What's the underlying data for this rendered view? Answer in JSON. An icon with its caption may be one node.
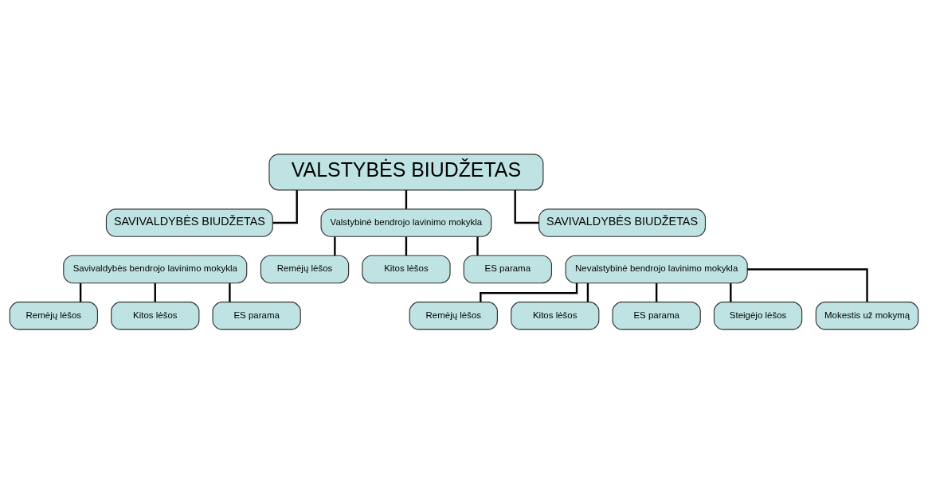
{
  "diagram": {
    "nodes": [
      {
        "text": [
          "VALSTYBĖS BIUDŽETAS"
        ]
      },
      {
        "text": [
          "SAVIVALDYBĖS BIUDŽETAS"
        ]
      },
      {
        "text": [
          "Savivaldybės bendrojo lavinimo mokykla"
        ]
      },
      {
        "text": [
          "Remėjų lėšos"
        ]
      },
      {
        "text": [
          "Kitos lėšos"
        ]
      },
      {
        "text": [
          "ES parama"
        ]
      },
      {
        "text": [
          "Valstybinė bendrojo lavinimo mokykla"
        ]
      },
      {
        "text": [
          "Remėjų lėšos"
        ]
      },
      {
        "text": [
          "Kitos lėšos"
        ]
      },
      {
        "text": [
          "ES parama"
        ]
      },
      {
        "text": [
          "SAVIVALDYBĖS BIUDŽETAS"
        ]
      },
      {
        "text": [
          "Nevalstybinė bendrojo lavinimo mokykla"
        ]
      },
      {
        "text": [
          "Remėjų lėšos"
        ]
      },
      {
        "text": [
          "Kitos lėšos"
        ]
      },
      {
        "text": [
          "ES parama"
        ]
      },
      {
        "text": [
          "Steigėjo lėšos"
        ]
      },
      {
        "text": [
          "Mokestis už mokymą"
        ]
      }
    ],
    "edges": [
      {
        "from": 0,
        "to": 1,
        "arrow": "none"
      },
      {
        "from": 0,
        "to": 6,
        "arrow": "none"
      },
      {
        "from": 0,
        "to": 10,
        "arrow": "none"
      },
      {
        "from": 2,
        "to": 3,
        "arrow": "none"
      },
      {
        "from": 2,
        "to": 4,
        "arrow": "none"
      },
      {
        "from": 2,
        "to": 5,
        "arrow": "none"
      },
      {
        "from": 6,
        "to": 7,
        "arrow": "none"
      },
      {
        "from": 6,
        "to": 8,
        "arrow": "none"
      },
      {
        "from": 6,
        "to": 9,
        "arrow": "none"
      },
      {
        "from": 11,
        "to": 12,
        "arrow": "none"
      },
      {
        "from": 11,
        "to": 13,
        "arrow": "none"
      },
      {
        "from": 11,
        "to": 14,
        "arrow": "none"
      },
      {
        "from": 11,
        "to": 15,
        "arrow": "none"
      },
      {
        "from": 11,
        "to": 16,
        "arrow": "none"
      }
    ]
  }
}
